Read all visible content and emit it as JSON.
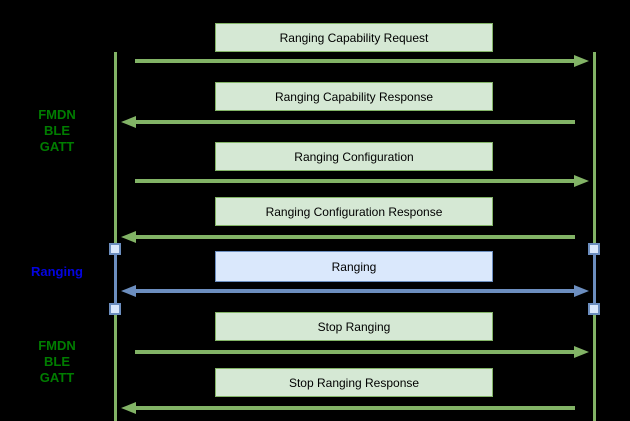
{
  "diagram": {
    "type": "sequence-diagram",
    "section_labels": [
      {
        "id": "fmdn-ble-gatt-top",
        "lines": [
          "FMDN",
          "BLE",
          "GATT"
        ],
        "color": "#007d00"
      },
      {
        "id": "ranging",
        "lines": [
          "Ranging"
        ],
        "color": "#0404e0"
      },
      {
        "id": "fmdn-ble-gatt-bottom",
        "lines": [
          "FMDN",
          "BLE",
          "GATT"
        ],
        "color": "#007d00"
      }
    ],
    "messages": [
      {
        "label": "Ranging Capability Request",
        "direction": "right",
        "theme": "green"
      },
      {
        "label": "Ranging Capability Response",
        "direction": "left",
        "theme": "green"
      },
      {
        "label": "Ranging Configuration",
        "direction": "right",
        "theme": "green"
      },
      {
        "label": "Ranging Configuration Response",
        "direction": "left",
        "theme": "green"
      },
      {
        "label": "Ranging",
        "direction": "both",
        "theme": "blue"
      },
      {
        "label": "Stop Ranging",
        "direction": "right",
        "theme": "green"
      },
      {
        "label": "Stop Ranging Response",
        "direction": "left",
        "theme": "green"
      }
    ],
    "colors": {
      "background": "#000000",
      "green_fill": "#d5e8d4",
      "green_stroke": "#82b366",
      "blue_fill": "#dae8fc",
      "blue_stroke": "#6c8ebf",
      "box_text": "#000000",
      "label_green": "#007d00",
      "label_blue": "#0404e0"
    }
  }
}
